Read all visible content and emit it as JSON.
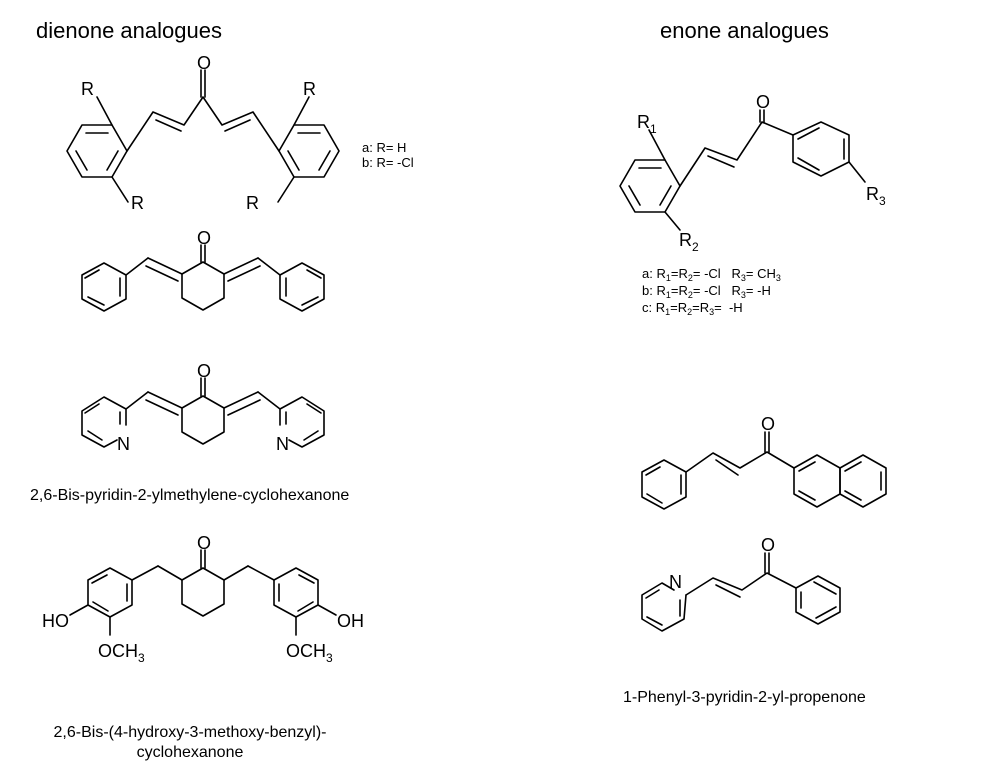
{
  "headers": {
    "dienone": "dienone analogues",
    "enone": "enone analogues"
  },
  "atoms": {
    "O": "O",
    "R": "R",
    "N": "N",
    "HO": "HO",
    "OH": "OH",
    "OCH": "OCH",
    "sub3": "3",
    "sub1": "1",
    "sub2": "2"
  },
  "dienone_subst": {
    "a": "a: R= H",
    "b": "b: R= -Cl"
  },
  "enone_subst": [
    "a: R1=R2= -Cl   R3= CH3",
    "b: R1=R2= -Cl   R3= -H",
    "c: R1=R2=R3=  -H"
  ],
  "captions": {
    "bis_pyridinyl": "2,6-Bis-pyridin-2-ylmethylene-cyclohexanone",
    "bis_benzyl_line1": "2,6-Bis-(4-hydroxy-3-methoxy-benzyl)-",
    "bis_benzyl_line2": "cyclohexanone",
    "phenyl_pyridinyl": "1-Phenyl-3-pyridin-2-yl-propenone"
  }
}
